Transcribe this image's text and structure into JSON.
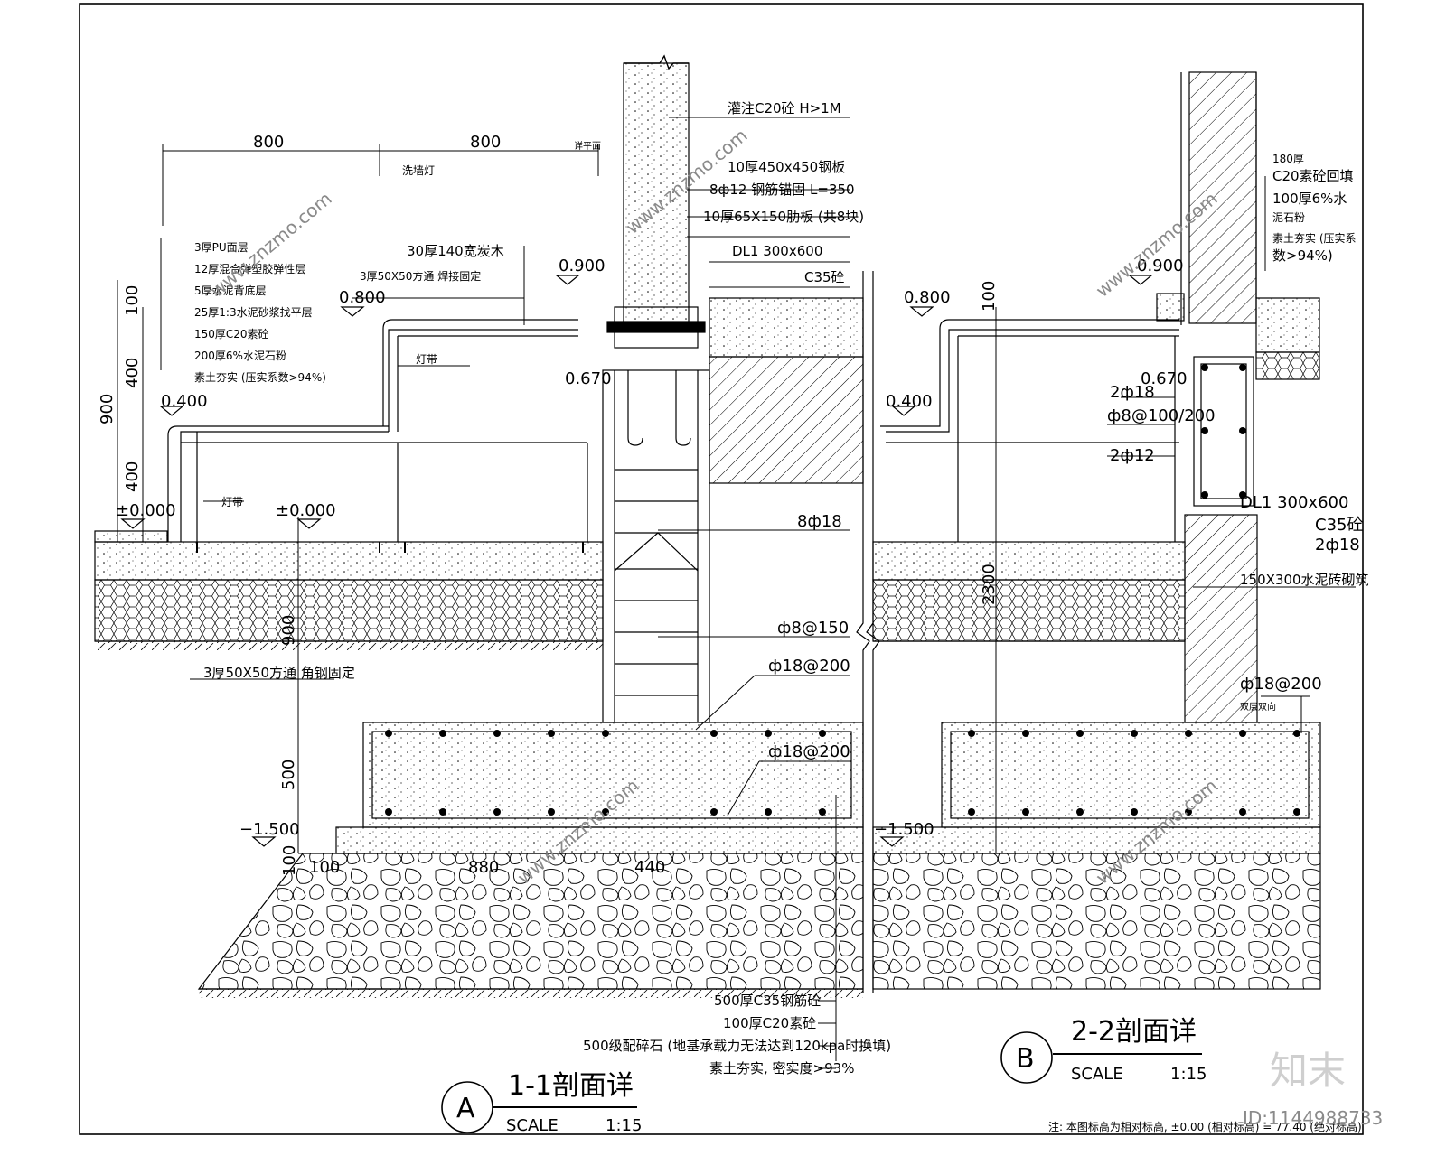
{
  "section_a": {
    "title": "1-1剖面详",
    "scale_label": "SCALE",
    "scale_value": "1:15",
    "bubble": "A",
    "dims": {
      "top_800_left": "800",
      "top_800_right": "800",
      "d_100": "100",
      "d_400_upper": "400",
      "d_900_left": "900",
      "d_400_lower": "400",
      "d_900_mid": "900",
      "d_500": "500",
      "d_100_bottom": "100",
      "d_100_base": "100",
      "d_880": "880",
      "d_440": "440"
    },
    "levels": {
      "l_0900": "0.900",
      "l_0800": "0.800",
      "l_0670": "0.670",
      "l_0400": "0.400",
      "l_0000_a": "±0.000",
      "l_0000_b": "±0.000",
      "l_m1500": "−1.500"
    },
    "labels": {
      "c20_pour": "灌注C20砼 H>1M",
      "detail_plan": "详平面",
      "wash_wall_light": "洗墙灯",
      "plate_450": "10厚450x450钢板",
      "anchor": "8ф12 钢筋锚固 L=350",
      "rib_plate": "10厚65X150肋板 (共8块)",
      "dl1": "DL1 300x600",
      "c35": "C35砼",
      "wood": "30厚140宽炭木",
      "tube_weld": "3厚50X50方通 焊接固定",
      "strip_upper": "灯带",
      "strip_lower": "灯带",
      "rebar_8d18": "8ф18",
      "stirrup": "ф8@150",
      "bar_top": "ф18@200",
      "bar_bottom": "ф18@200",
      "tube_angle": "3厚50X50方通 角钢固定"
    },
    "layers": [
      "3厚PU面层",
      "12厚混合弹塑胶弹性层",
      "5厚水泥背底层",
      "25厚1:3水泥砂浆找平层",
      "150厚C20素砼",
      "200厚6%水泥石粉",
      "素土夯实 (压实系数>94%)"
    ],
    "foundation_layers": [
      "500厚C35钢筋砼",
      "100厚C20素砼",
      "500级配碎石 (地基承载力无法达到120kpa时换填)",
      "素土夯实, 密实度>93%"
    ]
  },
  "section_b": {
    "title": "2-2剖面详",
    "scale_label": "SCALE",
    "scale_value": "1:15",
    "bubble": "B",
    "dims": {
      "d_100": "100",
      "d_2300": "2300"
    },
    "levels": {
      "l_0900": "0.900",
      "l_0800": "0.800",
      "l_0670": "0.670",
      "l_0400": "0.400",
      "l_m1500": "−1.500"
    },
    "labels": {
      "r_2d18_a": "2ф18",
      "r_d8": "ф8@100/200",
      "r_2d12": "2ф12",
      "dl1": "DL1 300x600",
      "c35": "C35砼",
      "r_2d18_b": "2ф18",
      "wall": "150X300水泥砖砌筑",
      "bar": "ф18@200",
      "double": "双层双向"
    },
    "wall_layers": [
      "180厚",
      "C20素砼回填",
      "100厚6%水",
      "泥石粉",
      "素土夯实 (压实系",
      "数>94%)"
    ]
  },
  "note": "注: 本图标高为相对标高, ±0.00 (相对标高) = 77.40 (绝对标高)",
  "watermark": {
    "site": "www.znzmo.com",
    "logo": "知末",
    "id": "ID:1144988733"
  }
}
